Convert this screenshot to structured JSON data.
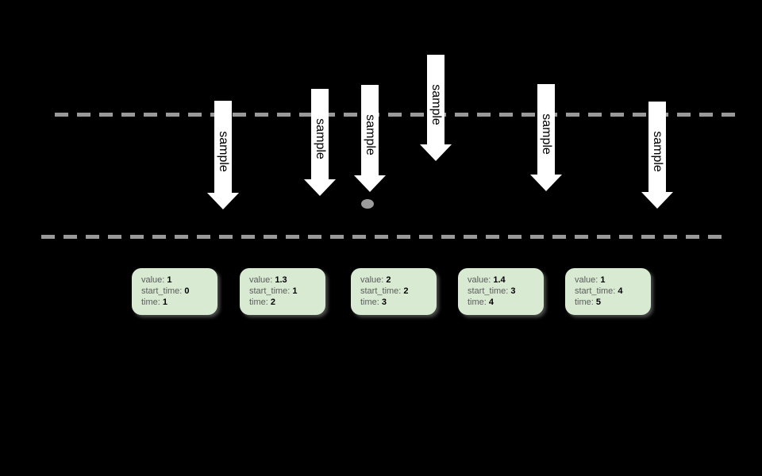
{
  "diagram": {
    "colors": {
      "background": "#000000",
      "dashed_line": "#999999",
      "arrow_fill": "#ffffff",
      "arrow_text": "#000000",
      "dot": "#9c9c9c",
      "card_bg": "#d9ead3",
      "card_label": "#5b5b5b",
      "card_value": "#000000"
    },
    "field_labels": {
      "value": "value:",
      "start_time": "start_time:",
      "time": "time:"
    },
    "arrows": [
      {
        "label": "sample"
      },
      {
        "label": "sample"
      },
      {
        "label": "sample"
      },
      {
        "label": "sample"
      },
      {
        "label": "sample"
      },
      {
        "label": "sample"
      }
    ],
    "samples": [
      {
        "value": "1",
        "start_time": "0",
        "time": "1"
      },
      {
        "value": "1.3",
        "start_time": "1",
        "time": "2"
      },
      {
        "value": "2",
        "start_time": "2",
        "time": "3"
      },
      {
        "value": "1.4",
        "start_time": "3",
        "time": "4"
      },
      {
        "value": "1",
        "start_time": "4",
        "time": "5"
      }
    ]
  }
}
